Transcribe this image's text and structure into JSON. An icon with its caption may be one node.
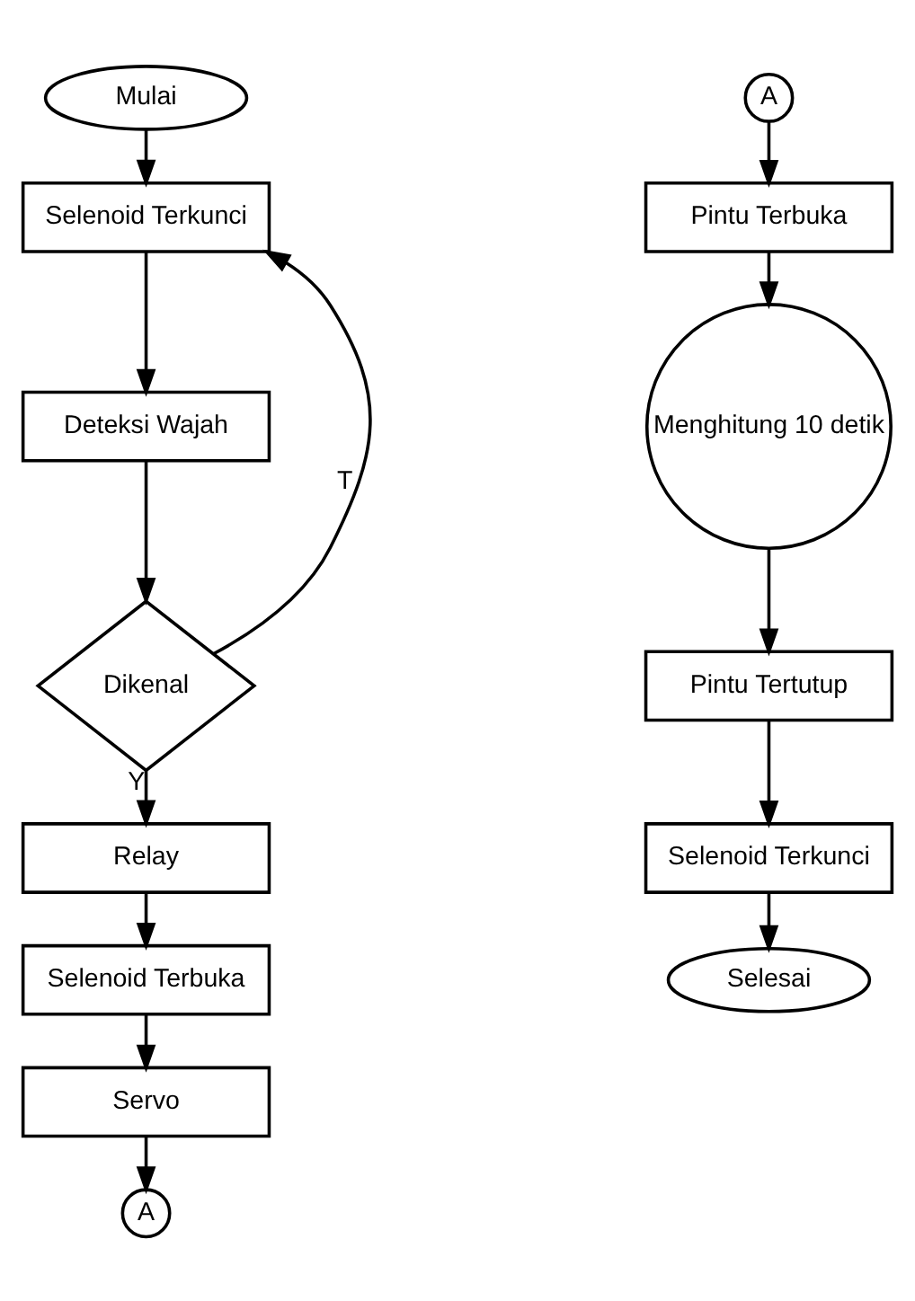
{
  "diagram": {
    "nodes": [
      {
        "text": [
          "Mulai"
        ]
      },
      {
        "text": [
          "Selenoid Terkunci"
        ]
      },
      {
        "text": [
          "Deteksi Wajah"
        ]
      },
      {
        "text": [
          "Dikenal"
        ]
      },
      {
        "text": [
          "Relay"
        ]
      },
      {
        "text": [
          "Selenoid Terbuka"
        ]
      },
      {
        "text": [
          "Servo"
        ]
      },
      {
        "text": [
          "A"
        ]
      },
      {
        "text": [
          "A"
        ]
      },
      {
        "text": [
          "Pintu Terbuka"
        ]
      },
      {
        "text": [
          "Menghitung 10 detik"
        ]
      },
      {
        "text": [
          "Pintu Tertutup"
        ]
      },
      {
        "text": [
          "Selenoid Terkunci"
        ]
      },
      {
        "text": [
          "Selesai"
        ]
      }
    ],
    "edges": [
      {
        "from": 0,
        "to": 1,
        "arrow": "to"
      },
      {
        "from": 1,
        "to": 2,
        "arrow": "to"
      },
      {
        "from": 2,
        "to": 3,
        "arrow": "to"
      },
      {
        "from": 3,
        "to": 1,
        "label": "T",
        "arrow": "to"
      },
      {
        "from": 3,
        "to": 4,
        "label": "Y",
        "arrow": "to"
      },
      {
        "from": 4,
        "to": 5,
        "arrow": "to"
      },
      {
        "from": 5,
        "to": 6,
        "arrow": "to"
      },
      {
        "from": 6,
        "to": 7,
        "arrow": "to"
      },
      {
        "from": 8,
        "to": 9,
        "arrow": "to"
      },
      {
        "from": 9,
        "to": 10,
        "arrow": "to"
      },
      {
        "from": 10,
        "to": 11,
        "arrow": "to"
      },
      {
        "from": 11,
        "to": 12,
        "arrow": "to"
      },
      {
        "from": 12,
        "to": 13,
        "arrow": "to"
      }
    ]
  }
}
